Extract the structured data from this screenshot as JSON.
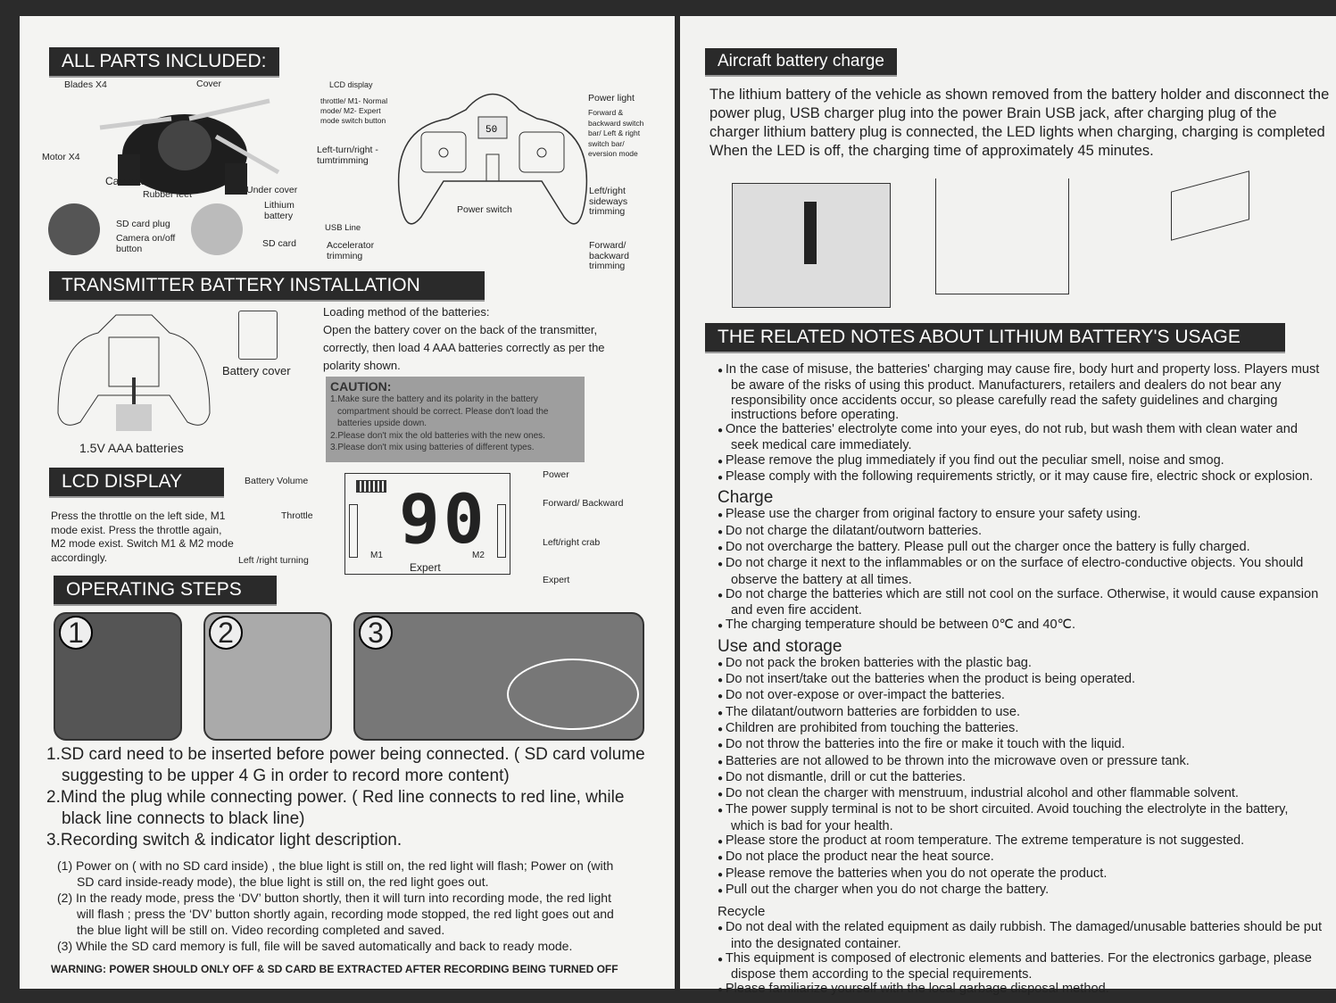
{
  "left": {
    "parts": {
      "title": "ALL PARTS INCLUDED:",
      "labels": [
        "Blades X4",
        "Cover",
        "Motor X4",
        "Camera",
        "Rubber feet",
        "Under cover",
        "SD card plug",
        "Camera on/off button",
        "Lithium battery",
        "SD card",
        "LCD display",
        "throttle/ M1- Normal mode/ M2- Expert mode switch button",
        "Left-turn/right -tumtrimming",
        "USB Line",
        "Accelerator trimming",
        "Power switch",
        "Power light",
        "Forward & backward switch bar/ Left & right switch bar/ eversion mode",
        "Left/right sideways trimming",
        "Forward/ backward trimming"
      ],
      "lcd_small": "50"
    },
    "tx_battery": {
      "title": "TRANSMITTER BATTERY INSTALLATION",
      "battery_cover": "Battery cover",
      "aaa": "1.5V AAA batteries",
      "loading": "Loading method of the batteries:",
      "instructions": "Open the battery cover on the back of the transmitter, correctly, then load 4 AAA batteries correctly as per the polarity shown.",
      "caution_title": "CAUTION:",
      "caution": [
        "1.Make sure the battery and its polarity in the battery compartment should be correct. Please don't load the batteries upside down.",
        "2.Please don't mix the old batteries with the new ones.",
        "3.Please don't mix using batteries of different types."
      ]
    },
    "lcd": {
      "title": "LCD DISPLAY",
      "desc": "Press the throttle on the left side, M1 mode exist. Press the throttle again, M2 mode exist. Switch M1 & M2 mode accordingly.",
      "labels": {
        "battery_volume": "Battery Volume",
        "throttle": "Throttle",
        "left_right_turning": "Left /right turning",
        "power": "Power",
        "forward_backward": "Forward/ Backward",
        "left_right_crab": "Left/right crab",
        "expert": "Expert"
      },
      "screen": {
        "value": "90",
        "m1": "M1",
        "m2": "M2",
        "expert": "Expert"
      }
    },
    "operating": {
      "title": "OPERATING STEPS",
      "steps": [
        "1",
        "2",
        "3"
      ],
      "items": [
        "1.SD card need to be inserted before power being connected. ( SD card volume suggesting to be upper 4 G in order to record more content)",
        "2.Mind the plug while connecting power. ( Red line connects to red line, while black line connects to black line)",
        "3.Recording switch & indicator light description."
      ],
      "sub": [
        "(1) Power on ( with no SD card inside) , the blue light is still on, the red light will flash; Power on (with SD card inside-ready mode), the blue light is still on, the red light goes out.",
        "(2) In the ready mode, press the ‘DV’ button shortly, then it will turn into recording mode, the red light will flash ; press the ‘DV’ button shortly again, recording mode stopped, the red light goes out and the blue light will be still on. Video recording completed and saved.",
        "(3) While the SD card memory is full, file will be saved automatically and back to ready mode."
      ],
      "warning": "WARNING: POWER SHOULD ONLY OFF & SD CARD BE EXTRACTED AFTER RECORDING BEING TURNED OFF"
    }
  },
  "right": {
    "charge": {
      "title": "Aircraft battery charge",
      "text": "The lithium battery of the vehicle as shown removed from the battery holder and disconnect the power plug, USB charger plug into the power Brain USB jack, after charging plug of the charger lithium battery plug is connected, the LED lights when charging, charging is completed When the LED is off, the charging time of approximately 45 minutes."
    },
    "notes": {
      "title": "THE RELATED NOTES ABOUT LITHIUM BATTERY'S USAGE",
      "general": [
        "In the case of misuse, the batteries' charging may cause fire, body hurt and property loss. Players must be aware of the risks of using this product. Manufacturers, retailers and dealers do not bear any responsibility once accidents occur, so please carefully read the safety guidelines and charging instructions before operating.",
        "Once the batteries' electrolyte come into your eyes, do not rub, but wash them with clean water and seek medical care immediately.",
        "Please remove the plug immediately if you find out the peculiar smell, noise and smog.",
        "Please comply with the following requirements strictly, or it may cause fire, electric shock or explosion."
      ],
      "charge_title": "Charge",
      "charge": [
        "Please use the charger from original factory to ensure your safety using.",
        "Do not charge the dilatant/outworn batteries.",
        "Do not overcharge the battery. Please pull out the charger once the battery is fully charged.",
        "Do not charge it next to the inflammables or on the surface of electro-conductive objects. You should observe the battery at all times.",
        "Do not charge the batteries which are still not cool on the surface. Otherwise, it  would cause expansion and even fire accident.",
        "The charging temperature should be between 0℃ and 40℃."
      ],
      "use_title": "Use and storage",
      "use": [
        "Do not pack the broken batteries with the plastic bag.",
        "Do not insert/take out the batteries when the product is being operated.",
        "Do not over-expose or over-impact the batteries.",
        "The dilatant/outworn batteries are forbidden to use.",
        "Children are prohibited from touching the batteries.",
        "Do not throw the batteries into the fire or make it touch with the liquid.",
        "Batteries are not allowed to be thrown into the microwave oven or pressure tank.",
        "Do not dismantle, drill or cut the batteries.",
        "Do not clean the charger with menstruum, industrial alcohol and other flammable solvent.",
        "The power supply terminal is not to be short circuited. Avoid touching the electrolyte in the battery, which is bad for your health.",
        "Please store the product at room temperature. The extreme temperature is not suggested.",
        "Do not place the product near the heat source.",
        "Please remove the batteries when you do not operate the product.",
        "Pull out the charger when you do not charge the battery."
      ],
      "recycle_title": "Recycle",
      "recycle": [
        "Do not deal with the related equipment as daily rubbish. The damaged/unusable batteries should be put into the designated container.",
        "This equipment is composed of electronic elements and batteries. For the electronics garbage, please dispose them according to the special requirements.",
        "Please familiarize yourself with the local garbage disposal method."
      ]
    }
  }
}
